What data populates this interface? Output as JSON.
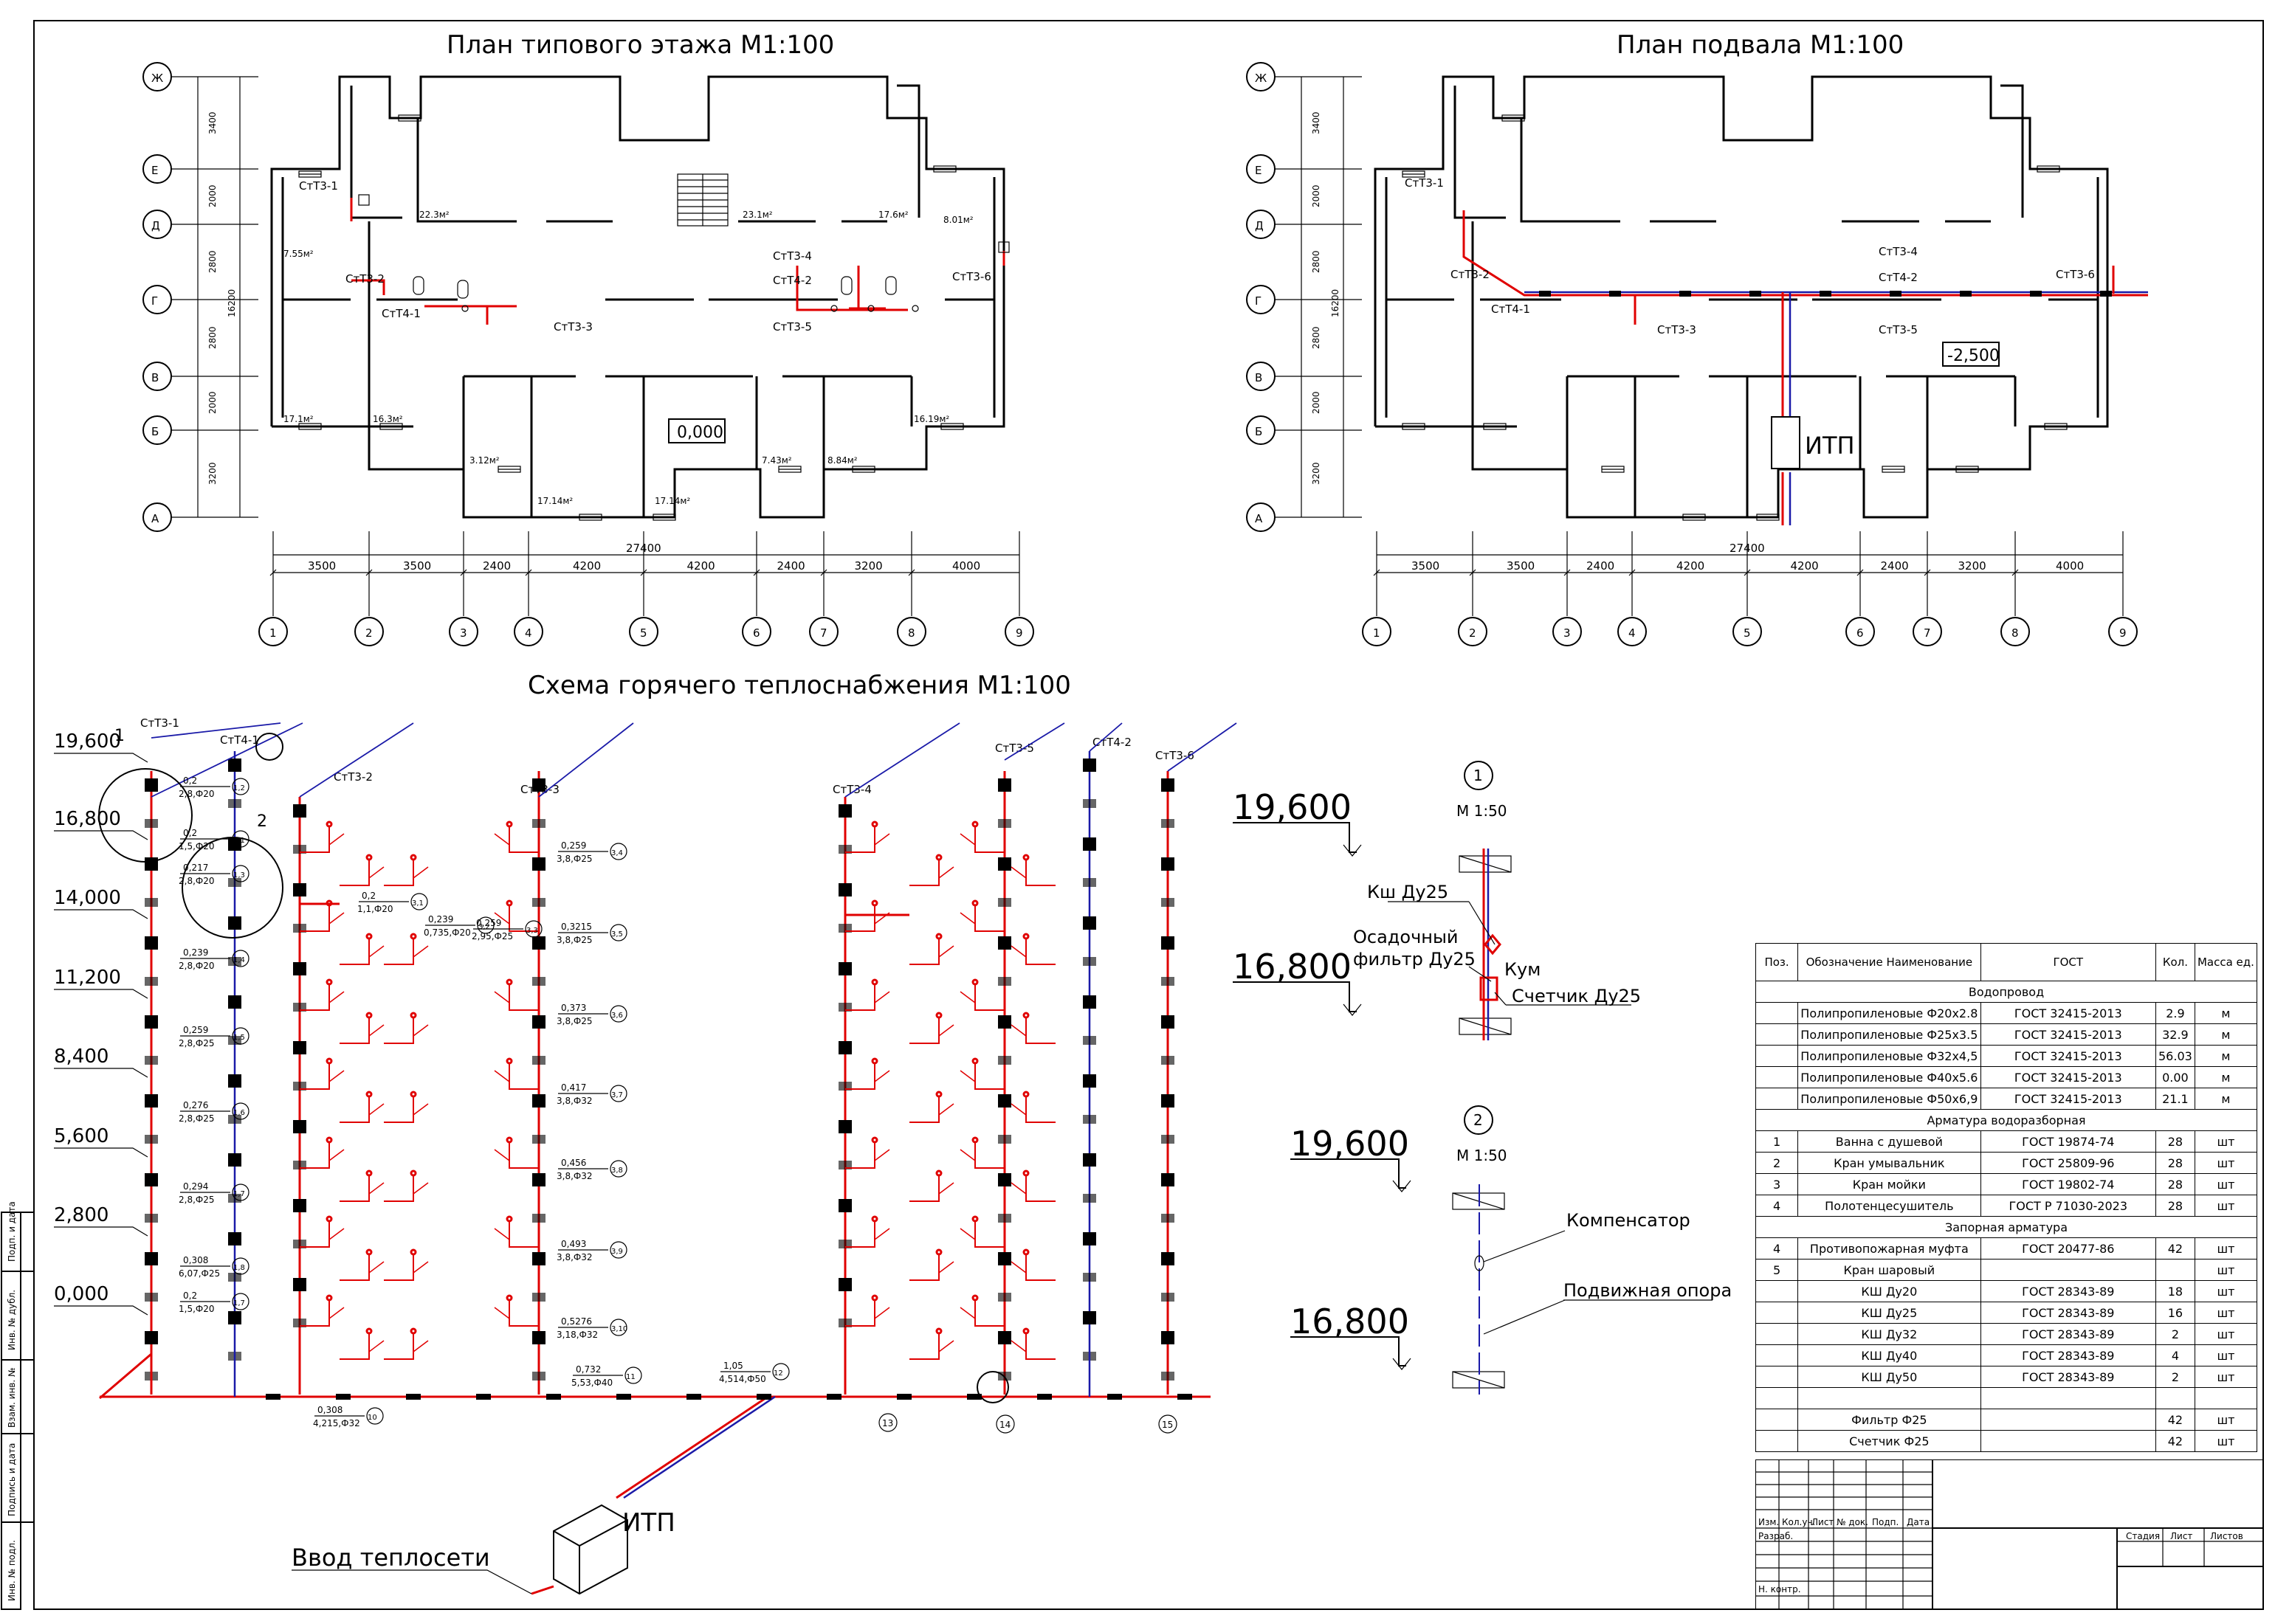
{
  "titles": {
    "floor_plan": "План типового этажа М1:100",
    "basement_plan": "План подвала М1:100",
    "scheme": "Схема горячего теплоснабжения М1:100"
  },
  "axes": {
    "rows": [
      "Ж",
      "Е",
      "Д",
      "Г",
      "В",
      "Б",
      "А"
    ],
    "cols": [
      "1",
      "2",
      "3",
      "4",
      "5",
      "6",
      "7",
      "8",
      "9"
    ],
    "col_dims": [
      "3500",
      "3500",
      "2400",
      "4200",
      "4200",
      "2400",
      "3200",
      "4000"
    ],
    "total_width": "27400",
    "row_dims": [
      "3400",
      "2000",
      "2800",
      "2800",
      "2000",
      "3200"
    ],
    "total_height": "16200"
  },
  "floor_plan": {
    "risers": [
      "СтТ3-1",
      "СтТ3-2",
      "СтТ4-1",
      "СтТ3-3",
      "СтТ3-4",
      "СтТ4-2",
      "СтТ3-5",
      "СтТ3-6"
    ],
    "level": "0,000",
    "areas": [
      "22.3м²",
      "23.1м²",
      "17.6м²",
      "7.55м²",
      "8.01м²",
      "17.1м²",
      "16.3м²",
      "3.12м²",
      "17.14м²",
      "17.14м²",
      "7.43м²",
      "8.84м²",
      "16.19м²"
    ]
  },
  "basement_plan": {
    "risers": [
      "СтТ3-1",
      "СтТ3-2",
      "СтТ4-1",
      "СтТ3-3",
      "СтТ3-4",
      "СтТ4-2",
      "СтТ3-5",
      "СтТ3-6"
    ],
    "level": "-2,500",
    "itp": "ИТП"
  },
  "scheme": {
    "levels": [
      "19,600",
      "16,800",
      "14,000",
      "11,200",
      "8,400",
      "5,600",
      "2,800",
      "0,000"
    ],
    "risers": [
      "СтТ3-1",
      "СтТ4-1",
      "СтТ3-2",
      "СтТ3-3",
      "СтТ3-4",
      "СтТ3-5",
      "СтТ4-2",
      "СтТ3-6"
    ],
    "callouts": [
      "1",
      "2"
    ],
    "annotations": [
      {
        "num": "1,2",
        "top": "0,2",
        "bot": "2,8,Ф20"
      },
      {
        "num": "1,1",
        "top": "0,2",
        "bot": "1,5,Ф20"
      },
      {
        "num": "1,3",
        "top": "0,217",
        "bot": "2,8,Ф20"
      },
      {
        "num": "1,4",
        "top": "0,239",
        "bot": "2,8,Ф20"
      },
      {
        "num": "1,5",
        "top": "0,259",
        "bot": "2,8,Ф25"
      },
      {
        "num": "1,6",
        "top": "0,276",
        "bot": "2,8,Ф25"
      },
      {
        "num": "1,7",
        "top": "0,294",
        "bot": "2,8,Ф25"
      },
      {
        "num": "1,8",
        "top": "0,308",
        "bot": "6,07,Ф25"
      },
      {
        "num": "1,7",
        "top": "0,2",
        "bot": "1,5,Ф20"
      },
      {
        "num": "3,4",
        "top": "0,259",
        "bot": "3,8,Ф25"
      },
      {
        "num": "3,5",
        "top": "0,3215",
        "bot": "3,8,Ф25"
      },
      {
        "num": "3,6",
        "top": "0,373",
        "bot": "3,8,Ф25"
      },
      {
        "num": "3,7",
        "top": "0,417",
        "bot": "3,8,Ф32"
      },
      {
        "num": "3,8",
        "top": "0,456",
        "bot": "3,8,Ф32"
      },
      {
        "num": "3,9",
        "top": "0,493",
        "bot": "3,8,Ф32"
      },
      {
        "num": "3,10",
        "top": "0,5276",
        "bot": "3,18,Ф32"
      },
      {
        "num": "11",
        "top": "0,732",
        "bot": "5,53,Ф40"
      },
      {
        "num": "12",
        "top": "1,05",
        "bot": "4,514,Ф50"
      },
      {
        "num": "10",
        "top": "0,308",
        "bot": "4,215,Ф32"
      },
      {
        "num": "3,1",
        "top": "0,2",
        "bot": "1,1,Ф20"
      },
      {
        "num": "3,2",
        "top": "0,239",
        "bot": "0,735,Ф20"
      },
      {
        "num": "3,3",
        "top": "0,259",
        "bot": "2,95,Ф25"
      }
    ],
    "bottom_nodes": [
      "13",
      "14",
      "15"
    ],
    "input_label": "Ввод теплосети",
    "itp": "ИТП"
  },
  "details": [
    {
      "num": "1",
      "scale": "М 1:50",
      "top_level": "19,600",
      "bottom_level": "16,800",
      "labels": [
        "Кш Ду25",
        "Осадочный",
        "фильтр Ду25",
        "Кум",
        "Счетчик Ду25"
      ]
    },
    {
      "num": "2",
      "scale": "М 1:50",
      "top_level": "19,600",
      "bottom_level": "16,800",
      "labels": [
        "Компенсатор",
        "Подвижная опора"
      ]
    }
  ],
  "spec": {
    "headers": [
      "Поз.",
      "Обозначение Наименование",
      "ГОСТ",
      "Кол.",
      "Масса ед."
    ],
    "rows": [
      {
        "section": "Водопровод"
      },
      {
        "pos": "",
        "name": "Полипропиленовые Ф20х2.8",
        "gost": "ГОСТ 32415-2013",
        "qty": "2.9",
        "unit": "м"
      },
      {
        "pos": "",
        "name": "Полипропиленовые Ф25х3.5",
        "gost": "ГОСТ 32415-2013",
        "qty": "32.9",
        "unit": "м"
      },
      {
        "pos": "",
        "name": "Полипропиленовые Ф32х4,5",
        "gost": "ГОСТ 32415-2013",
        "qty": "56.03",
        "unit": "м"
      },
      {
        "pos": "",
        "name": "Полипропиленовые Ф40х5.6",
        "gost": "ГОСТ 32415-2013",
        "qty": "0.00",
        "unit": "м"
      },
      {
        "pos": "",
        "name": "Полипропиленовые Ф50х6,9",
        "gost": "ГОСТ 32415-2013",
        "qty": "21.1",
        "unit": "м"
      },
      {
        "section": "Арматура водоразборная"
      },
      {
        "pos": "1",
        "name": "Ванна с душевой",
        "gost": "ГОСТ 19874-74",
        "qty": "28",
        "unit": "шт"
      },
      {
        "pos": "2",
        "name": "Кран умывальник",
        "gost": "ГОСТ 25809-96",
        "qty": "28",
        "unit": "шт"
      },
      {
        "pos": "3",
        "name": "Кран мойки",
        "gost": "ГОСТ 19802-74",
        "qty": "28",
        "unit": "шт"
      },
      {
        "pos": "4",
        "name": "Полотенцесушитель",
        "gost": "ГОСТ Р 71030-2023",
        "qty": "28",
        "unit": "шт"
      },
      {
        "section": "Запорная арматура"
      },
      {
        "pos": "4",
        "name": "Противопожарная муфта",
        "gost": "ГОСТ 20477-86",
        "qty": "42",
        "unit": "шт"
      },
      {
        "pos": "5",
        "name": "Кран шаровый",
        "gost": "",
        "qty": "",
        "unit": "шт"
      },
      {
        "pos": "",
        "name": "КШ Ду20",
        "gost": "ГОСТ 28343-89",
        "qty": "18",
        "unit": "шт"
      },
      {
        "pos": "",
        "name": "КШ Ду25",
        "gost": "ГОСТ 28343-89",
        "qty": "16",
        "unit": "шт"
      },
      {
        "pos": "",
        "name": "КШ Ду32",
        "gost": "ГОСТ 28343-89",
        "qty": "2",
        "unit": "шт"
      },
      {
        "pos": "",
        "name": "КШ Ду40",
        "gost": "ГОСТ 28343-89",
        "qty": "4",
        "unit": "шт"
      },
      {
        "pos": "",
        "name": "КШ Ду50",
        "gost": "ГОСТ 28343-89",
        "qty": "2",
        "unit": "шт"
      },
      {
        "pos": "",
        "name": "",
        "gost": "",
        "qty": "",
        "unit": ""
      },
      {
        "pos": "",
        "name": "Фильтр Ф25",
        "gost": "",
        "qty": "42",
        "unit": "шт"
      },
      {
        "pos": "",
        "name": "Счетчик Ф25",
        "gost": "",
        "qty": "42",
        "unit": "шт"
      }
    ]
  },
  "title_block": {
    "row_labels": [
      "Изм.",
      "Кол.уч.",
      "Лист",
      "№ док.",
      "Подп.",
      "Дата"
    ],
    "people": [
      "Разраб.",
      "Н. контр."
    ],
    "stage": [
      "Стадия",
      "Лист",
      "Листов"
    ]
  },
  "side_stamp": [
    "Подп. и дата",
    "Инв. № дубл.",
    "Взам. инв. №",
    "Подпись и дата",
    "Инв. № подл."
  ],
  "colors": {
    "supply": "#e00000",
    "return": "#1a1aa8",
    "lines": "#000000"
  }
}
